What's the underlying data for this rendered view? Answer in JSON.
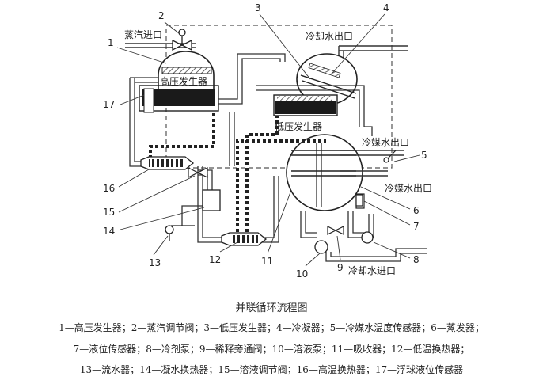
{
  "labels": {
    "steam_inlet": "蒸汽进口",
    "cooling_water_outlet": "冷却水出口",
    "high_pressure_generator": "高压发生器",
    "low_pressure_generator": "低压发生器",
    "refrigerant_water_outlet_top": "冷媒水出口",
    "refrigerant_water_outlet_bottom": "冷媒水出口",
    "cooling_water_inlet": "冷却水进口"
  },
  "callouts": [
    "1",
    "2",
    "3",
    "4",
    "5",
    "6",
    "7",
    "8",
    "9",
    "10",
    "11",
    "12",
    "13",
    "14",
    "15",
    "16",
    "17"
  ],
  "caption": {
    "title": "并联循环流程图",
    "legend_line_1": "1—高压发生器；2—蒸汽调节阀；3—低压发生器；4—冷凝器；5—冷媒水温度传感器；6—蒸发器；",
    "legend_line_2": "7—液位传感器；8—冷剂泵；9—稀释旁通阀；10—溶液泵；11—吸收器；12—低温换热器；",
    "legend_line_3": "13—流水器；14—凝水换热器；15—溶液调节阀；16—高温换热器；17—浮球液位传感器"
  }
}
